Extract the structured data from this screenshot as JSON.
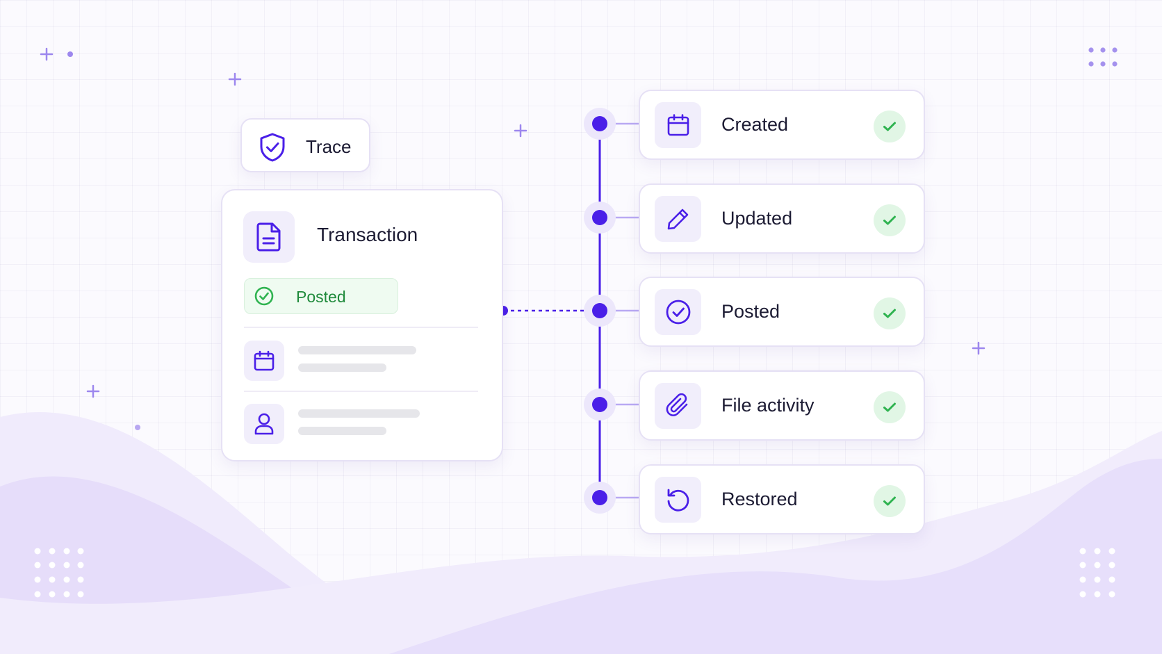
{
  "trace": {
    "label": "Trace",
    "icon": "shield-check-icon"
  },
  "transaction": {
    "title": "Transaction",
    "status": "Posted",
    "icon": "document-icon",
    "rows": [
      {
        "icon": "calendar-icon"
      },
      {
        "icon": "user-icon"
      }
    ]
  },
  "timeline": {
    "events": [
      {
        "label": "Created",
        "icon": "calendar-icon",
        "status": "check-icon"
      },
      {
        "label": "Updated",
        "icon": "pencil-icon",
        "status": "check-icon"
      },
      {
        "label": "Posted",
        "icon": "check-circle-icon",
        "status": "check-icon"
      },
      {
        "label": "File activity",
        "icon": "paperclip-icon",
        "status": "check-icon"
      },
      {
        "label": "Restored",
        "icon": "restore-icon",
        "status": "check-icon"
      }
    ]
  },
  "colors": {
    "accent": "#4a1fe8",
    "success": "#2fb350",
    "success_bg": "#e1f6e5",
    "text": "#1c1b33"
  }
}
